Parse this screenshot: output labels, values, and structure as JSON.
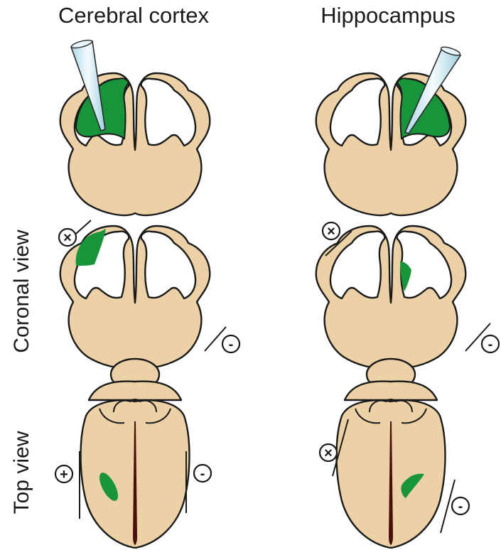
{
  "columns": {
    "left": "Cerebral cortex",
    "right": "Hippocampus"
  },
  "rows": {
    "coronal": "Coronal view",
    "top": "Top view"
  },
  "electrodes": {
    "positive_top": "×",
    "negative": "-",
    "positive_bottom_left": "+",
    "positive_bottom_right": "×"
  },
  "colors": {
    "tissue": "#ecd0a6",
    "injection": "#18943a",
    "pipette": "#d6eef5",
    "fissure": "#4a0f0a"
  }
}
